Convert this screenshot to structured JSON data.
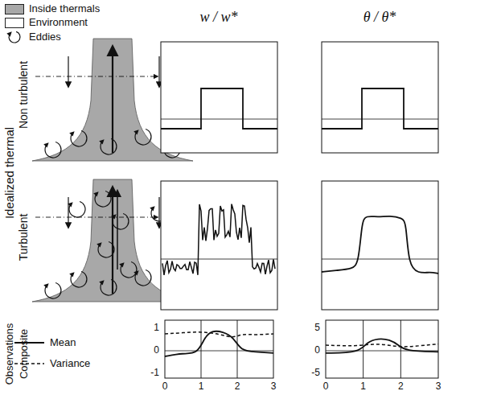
{
  "diagram": {
    "labels": [
      "w / w*",
      "θ / θ*",
      "Idealized thermal",
      "Non turbulent",
      "Turbulent",
      "Observations",
      "Composite",
      "1",
      "0",
      "-1",
      "5",
      "0",
      "-5",
      "0",
      "1",
      "2",
      "3",
      "0",
      "1",
      "2",
      "3"
    ],
    "legend": [
      {
        "text": "Inside thermals",
        "color": "#a8a8a8"
      },
      {
        "text": "Environment",
        "color": "#ffffff"
      },
      {
        "text": "Eddies"
      },
      {
        "text": "Mean"
      },
      {
        "text": "Variance"
      }
    ]
  }
}
